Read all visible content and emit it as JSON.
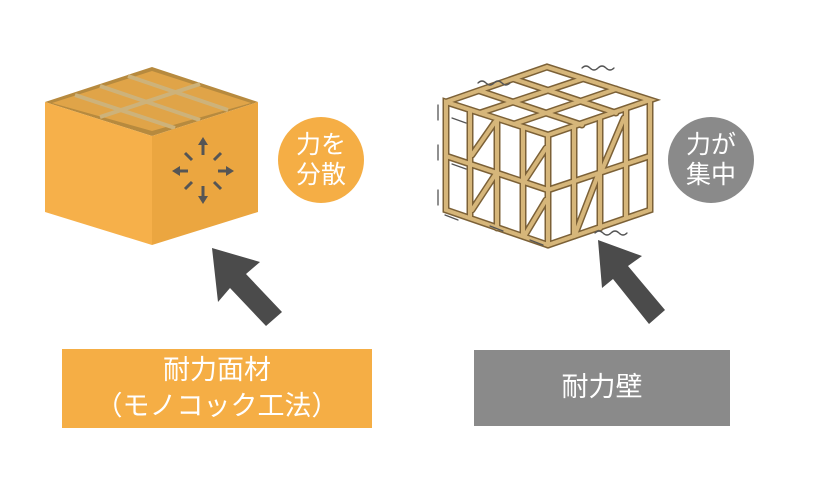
{
  "left": {
    "circle_line1": "力を",
    "circle_line2": "分散",
    "label_line1": "耐力面材",
    "label_line2": "（モノコック工法）",
    "color": "#f5ae45"
  },
  "right": {
    "circle_line1": "力が",
    "circle_line2": "集中",
    "label": "耐力壁",
    "color": "#8a8a8a"
  },
  "colors": {
    "wood": "#d6b67a",
    "wood_edge": "#7c6137",
    "arrow": "#4b4b4b"
  }
}
